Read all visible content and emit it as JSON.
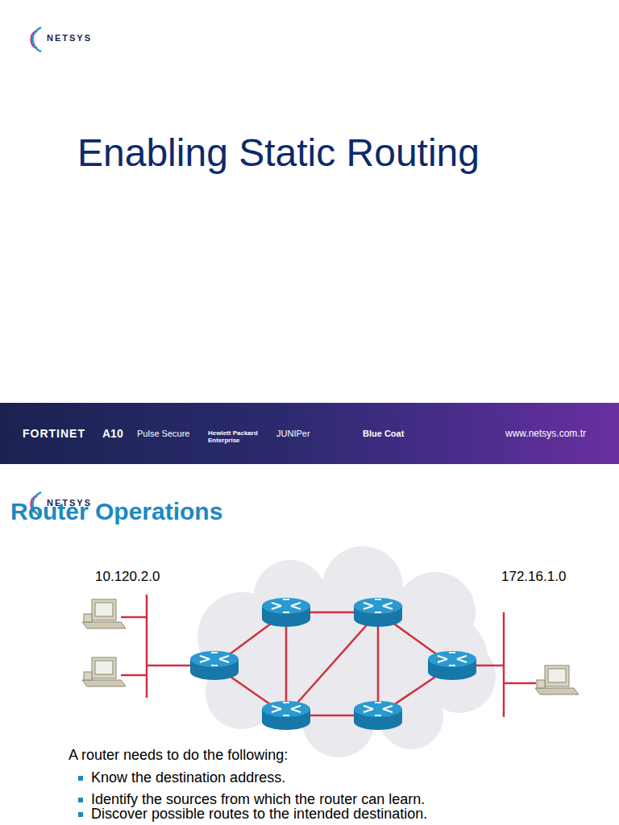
{
  "diagram": {
    "title": "Enabling Static Routing",
    "nodes": [
      {
        "text": [
          "FORTINET",
          "A10",
          "Pulse Secure",
          "Hewlett Packard Enterprise",
          "JUNIPer",
          "Blue Coat",
          "www.netsys.com.tr"
        ]
      }
    ],
    "labels": [
      "NETSYS",
      "NETSYS",
      "Router Operations",
      "10.120.2.0",
      "172.16.1.0",
      "A router needs to do the following:",
      "Know the destination address.",
      "Identify the sources from which the router can learn.",
      "Discover possible routes to the intended destination."
    ]
  }
}
